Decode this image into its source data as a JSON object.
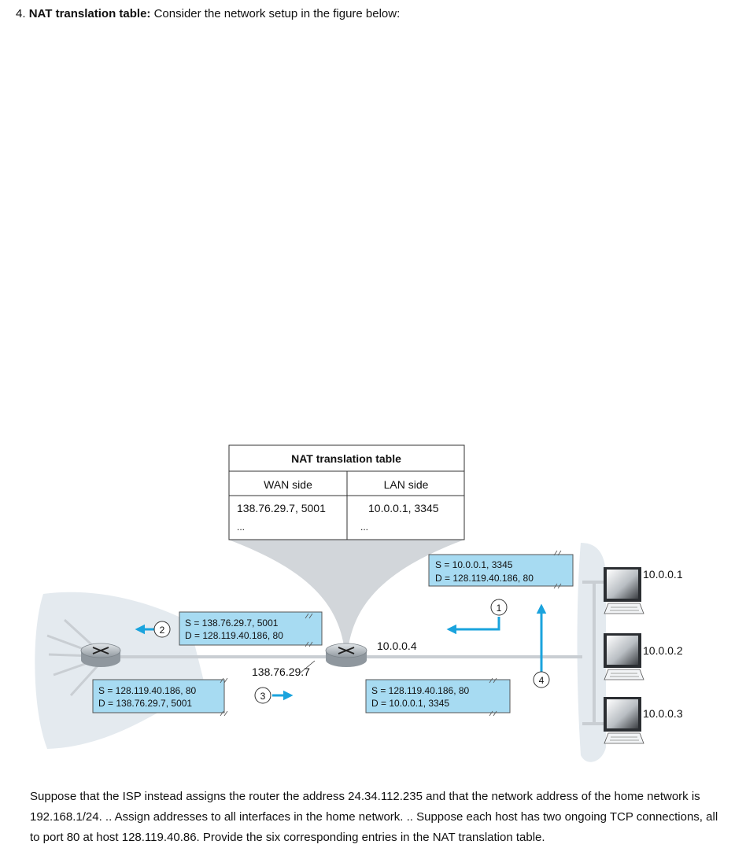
{
  "question": {
    "number": "4.",
    "bold_title": "NAT translation table:",
    "intro": "Consider the network setup in the figure below:"
  },
  "nat_table": {
    "title": "NAT translation table",
    "col_wan": "WAN side",
    "col_lan": "LAN side",
    "row_wan": "138.76.29.7, 5001",
    "row_lan": "10.0.0.1, 3345",
    "ellipsis": "..."
  },
  "packets": {
    "p1_s": "S = 10.0.0.1, 3345",
    "p1_d": "D = 128.119.40.186, 80",
    "p2_s": "S = 138.76.29.7, 5001",
    "p2_d": "D = 128.119.40.186, 80",
    "p3_s": "S = 128.119.40.186, 80",
    "p3_d": "D = 138.76.29.7, 5001",
    "p4_s": "S = 128.119.40.186, 80",
    "p4_d": "D = 10.0.0.1, 3345"
  },
  "steps": {
    "s1": "1",
    "s2": "2",
    "s3": "3",
    "s4": "4"
  },
  "addresses": {
    "wan_ip": "138.76.29.7",
    "lan_if": "10.0.0.4",
    "host1": "10.0.0.1",
    "host2": "10.0.0.2",
    "host3": "10.0.0.3"
  },
  "colors": {
    "packet_fill": "#a7dbf2",
    "arrow": "#1aa3dd",
    "cloud": "#e4eaef",
    "wire": "#c9ced3"
  },
  "footer": {
    "text": "Suppose that the ISP instead assigns the router the address 24.34.112.235 and that the network address of the home network is 192.168.1/24. .. Assign addresses to all interfaces in the home network. .. Suppose each host has two ongoing TCP connections, all to port 80 at host 128.119.40.86. Provide the six corresponding entries in the NAT translation table."
  }
}
